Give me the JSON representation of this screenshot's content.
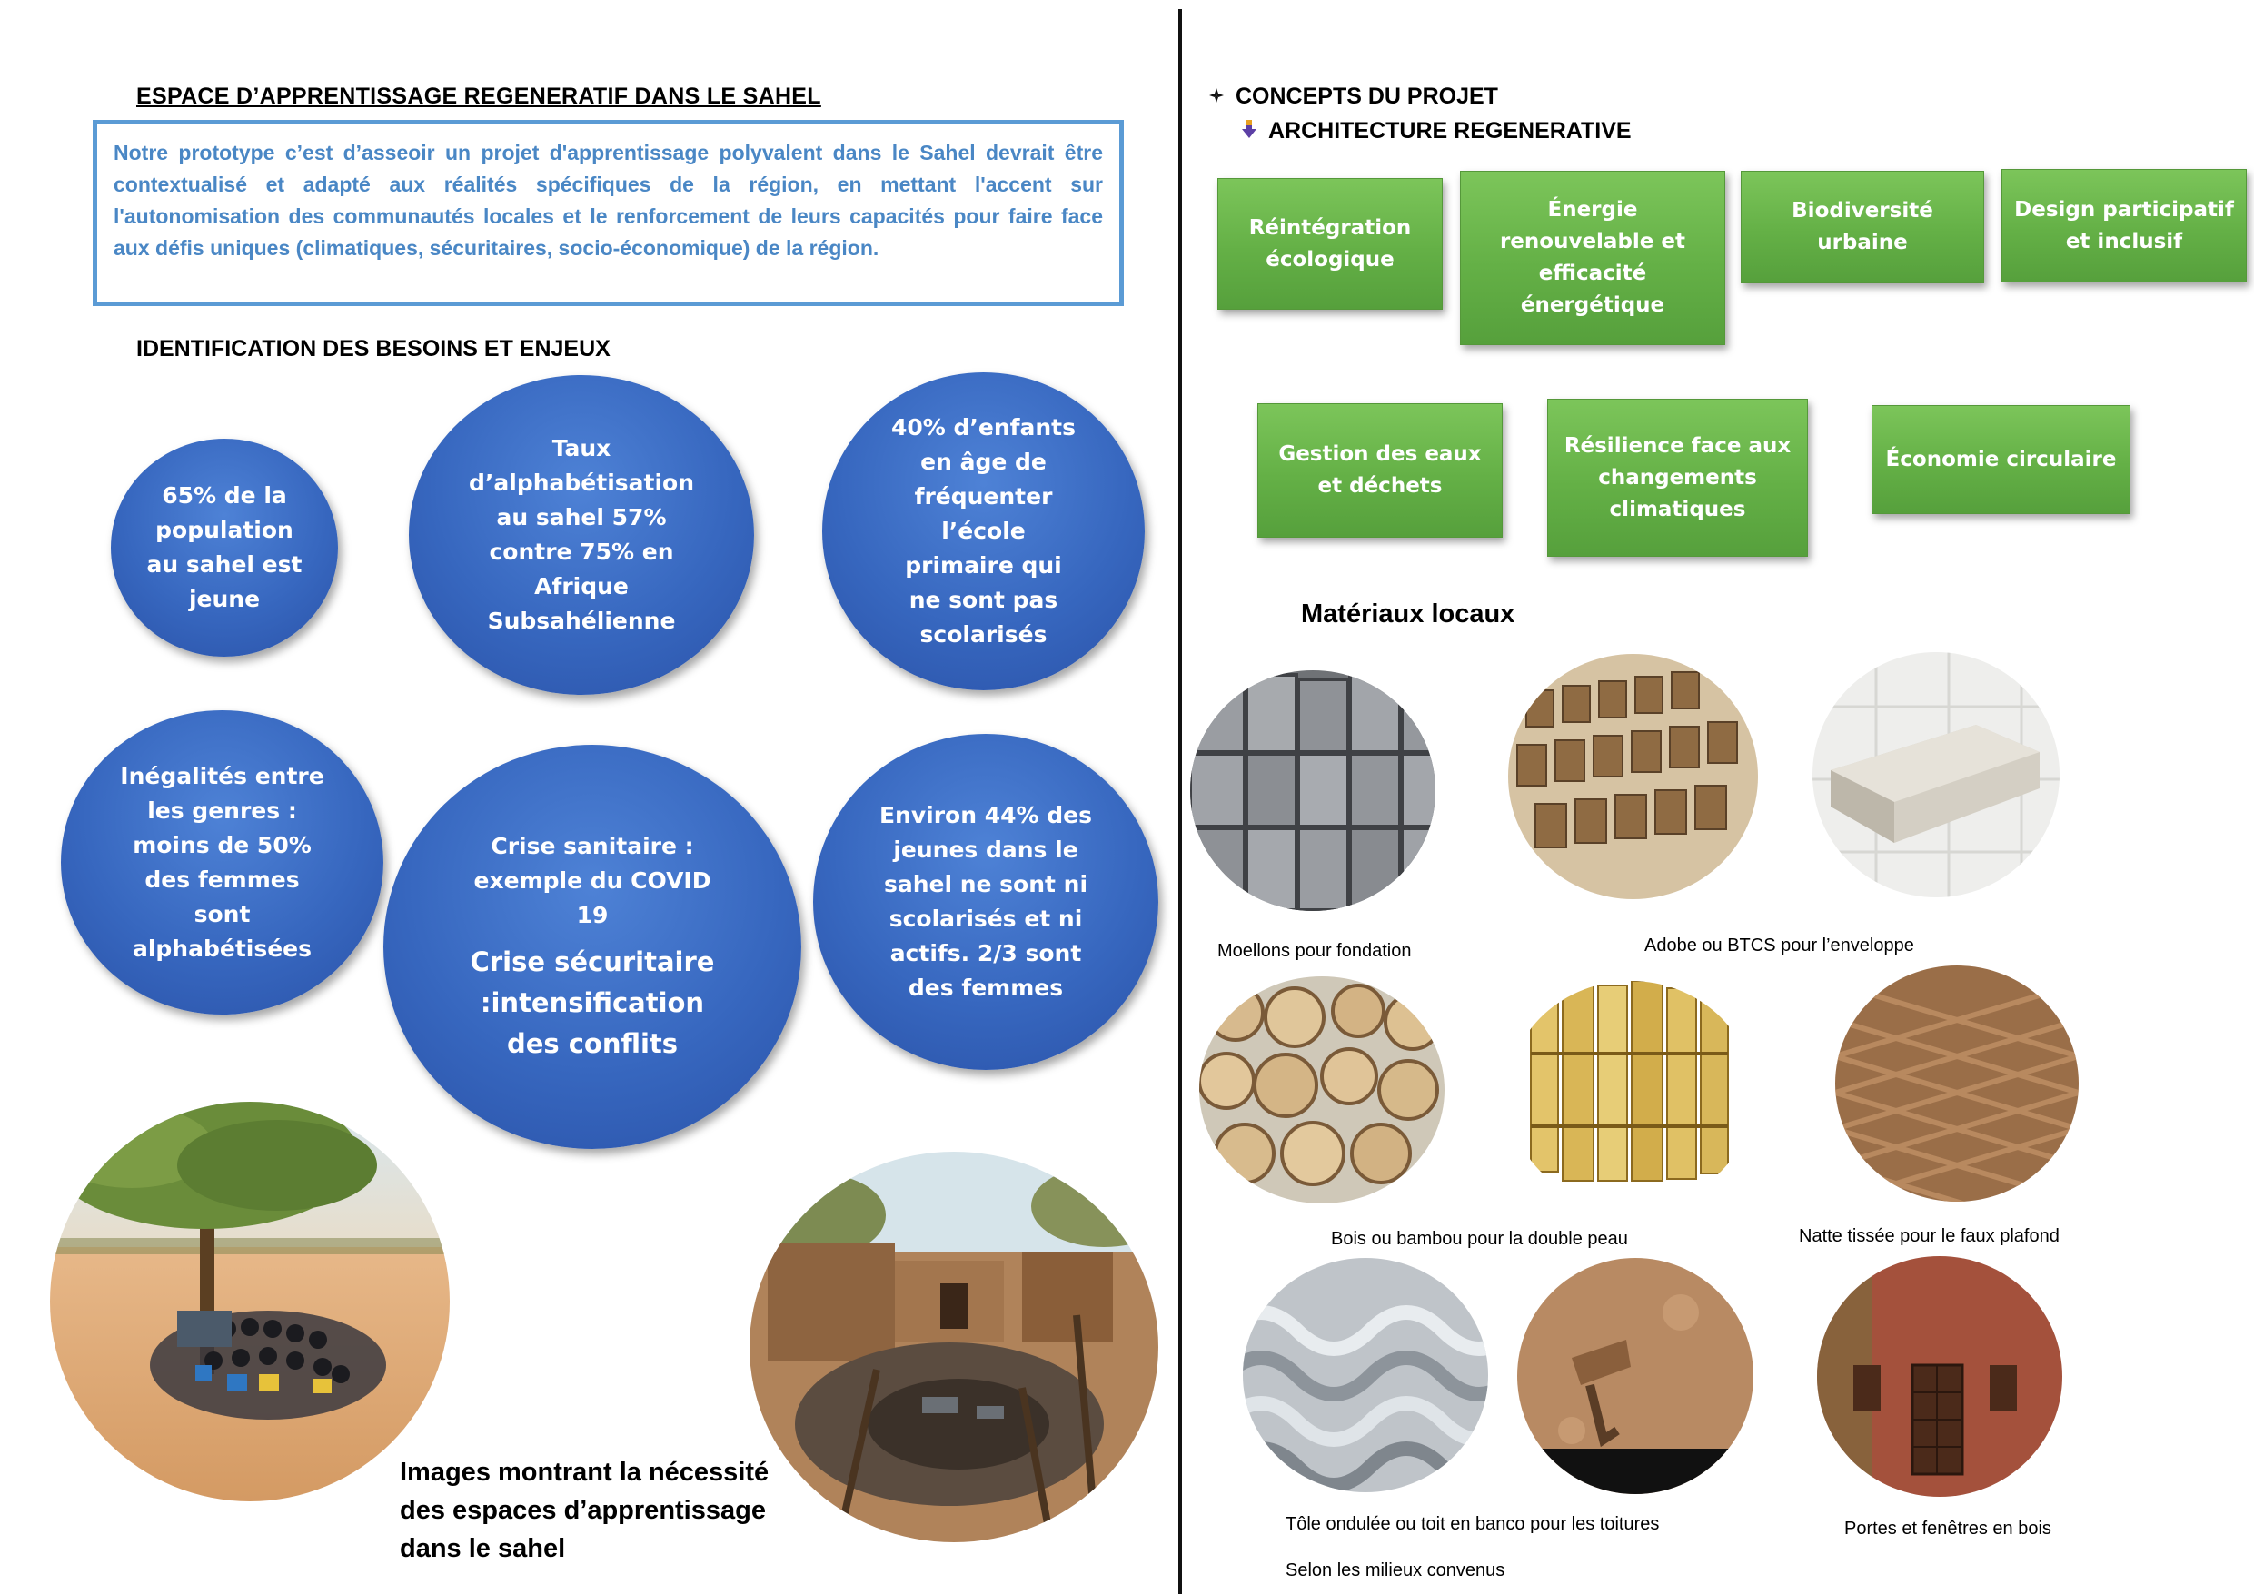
{
  "left": {
    "title": "ESPACE D’APPRENTISSAGE REGENERATIF DANS LE SAHEL",
    "intro": "Notre prototype c’est d’asseoir un projet d'apprentissage polyvalent dans le Sahel devrait être contextualisé et adapté aux réalités spécifiques de la région, en mettant l'accent sur l'autonomisation des communautés locales et le renforcement de leurs capacités pour faire face aux défis uniques (climatiques, sécuritaires, socio-économique) de la région.",
    "needs_title": "IDENTIFICATION DES BESOINS ET ENJEUX",
    "bubbles": [
      {
        "text": "65% de la population au sahel est jeune"
      },
      {
        "text": "Taux d’alphabétisation au sahel 57% contre 75% en Afrique Subsahélienne"
      },
      {
        "text": "40% d’enfants en âge de fréquenter l’école primaire qui ne sont pas scolarisés"
      },
      {
        "text": "Inégalités entre les genres : moins de 50% des femmes sont alphabétisées"
      },
      {
        "text": "Crise sanitaire : exemple du COVID 19",
        "text2": "Crise sécuritaire :intensification des conflits"
      },
      {
        "text": "Environ 44% des jeunes dans le sahel ne sont ni scolarisés et ni actifs. 2/3 sont des femmes"
      }
    ],
    "images_caption": "Images montrant la nécessité des espaces d’apprentissage dans le sahel"
  },
  "right": {
    "concepts_title": "CONCEPTS DU PROJET",
    "concepts_sub": "ARCHITECTURE REGENERATIVE",
    "concepts": [
      "Réintégration écologique",
      "Énergie renouvelable et efficacité énergétique",
      "Biodiversité urbaine",
      "Design participatif et inclusif",
      "Gestion des eaux et déchets",
      "Résilience face aux changements climatiques",
      "Économie circulaire"
    ],
    "materials_title": "Matériaux locaux",
    "material_captions": {
      "moellons": "Moellons pour fondation",
      "adobe": "Adobe ou BTCS pour l’enveloppe",
      "bois": "Bois ou bambou pour la double peau",
      "natte": "Natte tissée pour le faux plafond",
      "tole": "Tôle ondulée ou toit en banco pour les toitures",
      "selon": "Selon les milieux convenus",
      "portes": "Portes et fenêtres en bois"
    }
  },
  "colors": {
    "bubble_blue": "#3767bf",
    "concept_green": "#64b046",
    "intro_text": "#4a87c5",
    "intro_border": "#5b9bd5"
  },
  "icons": [
    "diamond-bullet-icon",
    "arrow-bullet-icon"
  ]
}
